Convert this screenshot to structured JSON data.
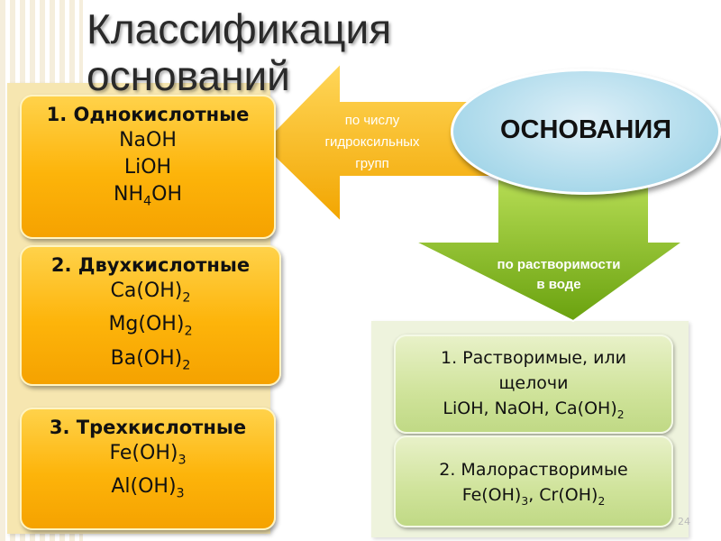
{
  "title": "Классификация оснований",
  "colors": {
    "orange_box": "#fdb40a",
    "green_box": "#cfe39a",
    "arrow_orange": "#f7b51d",
    "arrow_green": "#7cb21e",
    "ellipse_blue": "#a8d8ea"
  },
  "center": {
    "label": "ОСНОВАНИЯ"
  },
  "arrow_hydroxyl": {
    "line1": "по числу",
    "line2": "гидроксильных",
    "line3": "групп"
  },
  "arrow_solubility": {
    "line1": "по растворимости",
    "line2": "в воде"
  },
  "by_hydroxyl": [
    {
      "heading": "1. Однокислотные",
      "formulas": [
        "NaOH",
        "LiOH",
        "NH",
        "4",
        "OH"
      ]
    },
    {
      "heading": "2. Двухкислотные",
      "formulas": [
        "Ca(OH)",
        "2",
        "Mg(OH)",
        "2",
        "Ba(OH)",
        "2"
      ]
    },
    {
      "heading": "3. Трехкислотные",
      "formulas": [
        "Fe(OH)",
        "3",
        "Al(OH)",
        "3"
      ]
    }
  ],
  "by_solubility": [
    {
      "line1": "1. Растворимые, или",
      "line2": "щелочи",
      "formula_a": "LiOH, NaOH, Ca(OH)",
      "sub_a": "2"
    },
    {
      "line1": "2. Малорастворимые",
      "formula_a": "Fe(OH)",
      "sub_a": "3",
      "formula_b": ", Cr(OH)",
      "sub_b": "2"
    }
  ],
  "page_number": "24"
}
